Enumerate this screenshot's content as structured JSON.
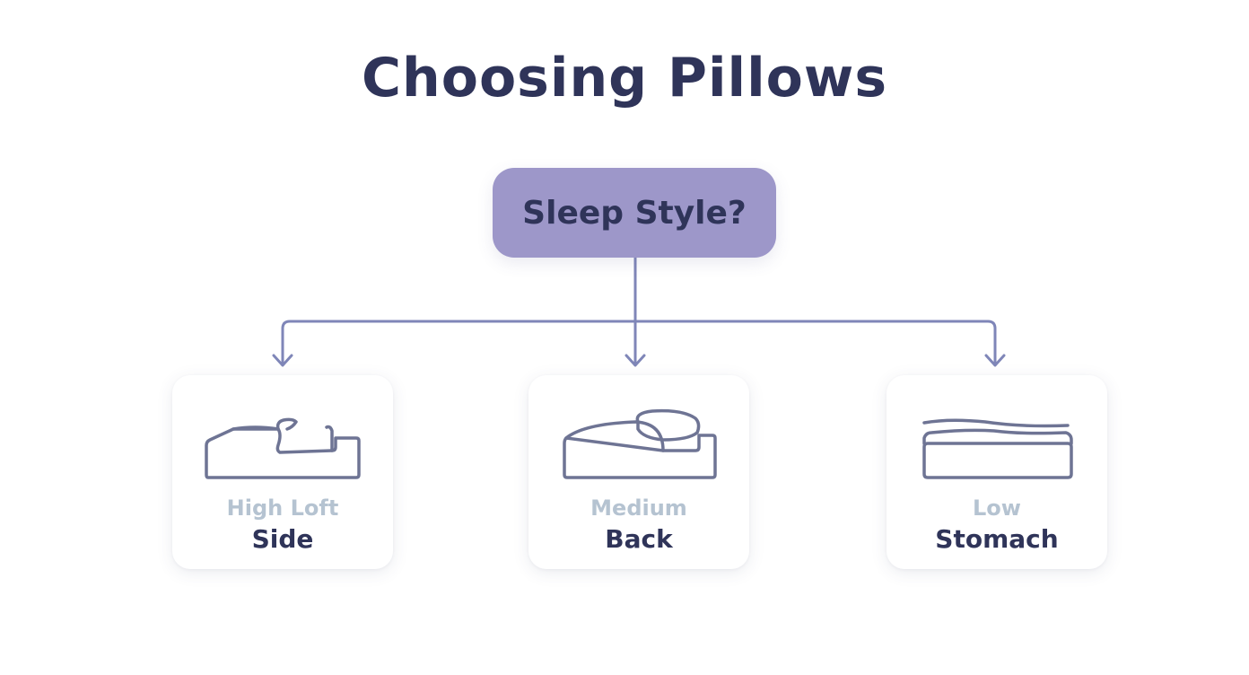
{
  "title": "Choosing Pillows",
  "root": {
    "label": "Sleep Style?",
    "fill_color": "#9d97c9"
  },
  "connector_color": "#7f86b8",
  "icon_stroke_color": "#6e7494",
  "options": [
    {
      "loft": "High Loft",
      "style": "Side",
      "loft_color": "#b5c3d1",
      "icon": "high-loft-pillow-icon"
    },
    {
      "loft": "Medium",
      "style": "Back",
      "loft_color": "#b5c3d1",
      "icon": "medium-loft-pillow-icon"
    },
    {
      "loft": "Low",
      "style": "Stomach",
      "loft_color": "#b5c3d1",
      "icon": "low-loft-pillow-icon"
    }
  ]
}
